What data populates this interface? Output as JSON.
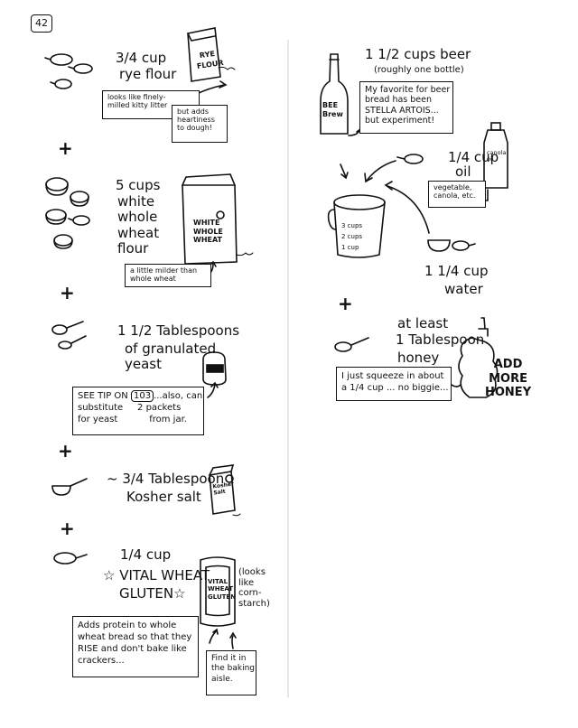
{
  "page_number": "42",
  "left_column": {
    "rye": {
      "amount": "3/4 cup",
      "name": "rye flour",
      "bag_label_1": "RYE",
      "bag_label_2": "FLOUR",
      "note_1": "looks like finely-\nmilled kitty litter",
      "note_2": "but adds\nheartiness\nto dough!"
    },
    "wheat": {
      "amount": "5 cups",
      "name": "white\nwhole\nwheat\nflour",
      "bag_label": "WHITE\nWHOLE\nWHEAT",
      "note": "a little milder than\nwhole wheat"
    },
    "yeast": {
      "amount": "1 1/2 Tablespoons",
      "name": "of granulated\nyeast",
      "tip_prefix": "SEE TIP ON",
      "tip_ref": "103",
      "tip_rest": "...also, can",
      "tip_line2a": "substitute",
      "tip_line2b": "2 packets",
      "tip_line3a": "for yeast",
      "tip_line3b": "from jar."
    },
    "salt": {
      "amount": "~ 3/4 Tablespoon",
      "name": "Kosher salt",
      "box_label": "Kosher\nSalt"
    },
    "gluten": {
      "amount": "1/4 cup",
      "name_1": "☆ VITAL WHEAT",
      "name_2": "GLUTEN☆",
      "bag_label": "VITAL\nWHEAT\nGLUTEN",
      "side_note": "(looks\nlike\ncorn-\nstarch)",
      "note_1": "Adds protein to whole\nwheat bread so that they\nRISE and don't bake like\ncrackers...",
      "note_2": "Find it in\nthe baking\naisle."
    }
  },
  "right_column": {
    "beer": {
      "amount": "1 1/2 cups beer",
      "sub": "(roughly one bottle)",
      "bottle_label": "BEE\nBrew",
      "note": "My favorite for beer\nbread has been\nSTELLA ARTOIS...\nbut experiment!"
    },
    "oil": {
      "amount": "1/4 cup",
      "name": "oil",
      "bottle_label": "canola\noil",
      "note": "vegetable,\ncanola, etc."
    },
    "cup_marks": [
      "3 cups",
      "2 cups",
      "1 cup"
    ],
    "water": {
      "amount": "1 1/4 cup",
      "name": "water"
    },
    "honey": {
      "line1": "at least",
      "line2": "1 Tablespoon",
      "line3": "honey",
      "note": "I just squeeze in about\na 1/4 cup ... no biggie...",
      "callout": "ADD\nMORE\nHONEY"
    }
  },
  "plus_sign": "+"
}
